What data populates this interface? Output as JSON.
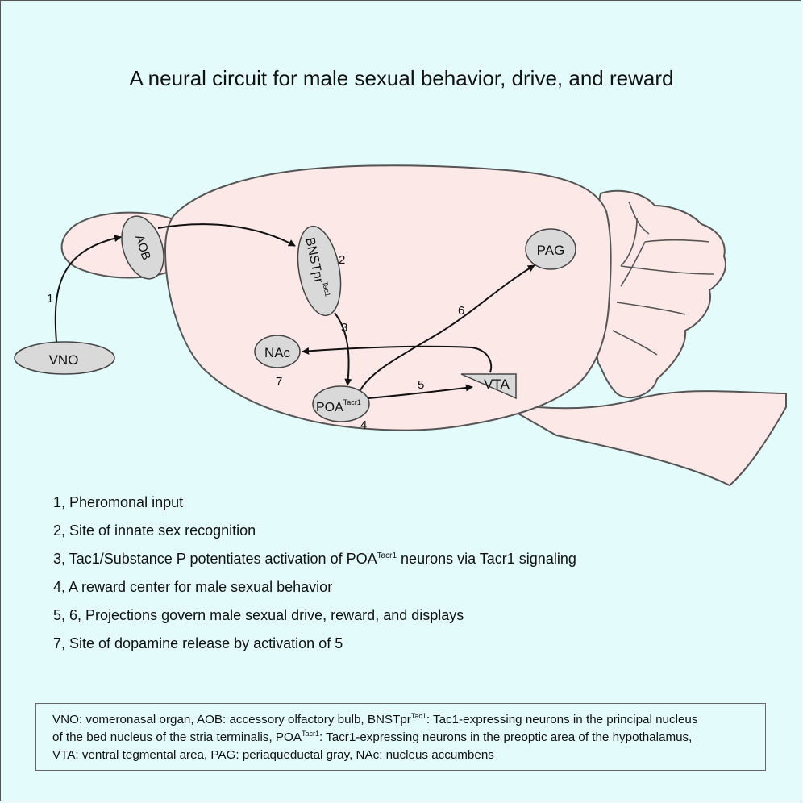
{
  "title": "A neural circuit for male sexual behavior, drive, and reward",
  "nodes": {
    "vno": "VNO",
    "aob": "AOB",
    "bnst": {
      "text": "BNSTpr",
      "sup": "Tac1"
    },
    "nac": "NAc",
    "poa": {
      "text": "POA",
      "sup": "Tacr1"
    },
    "vta": "VTA",
    "pag": "PAG"
  },
  "step_numbers": [
    "1",
    "2",
    "3",
    "4",
    "5",
    "6",
    "7"
  ],
  "legend": [
    {
      "text": "1, Pheromonal input"
    },
    {
      "text": "2, Site of innate sex recognition"
    },
    {
      "pre": "3, Tac1/Substance P potentiates activation of POA",
      "sup": "Tacr1",
      "post": " neurons via Tacr1 signaling"
    },
    {
      "text": "4, A reward center for male sexual behavior"
    },
    {
      "text": "5, 6, Projections govern male sexual drive, reward, and displays"
    },
    {
      "text": "7, Site of dopamine release by activation of 5"
    }
  ],
  "glossary": [
    {
      "pre": "VNO: vomeronasal organ,  AOB: accessory olfactory bulb,  BNSTpr",
      "sup": "Tac1",
      "post": ": Tac1-expressing neurons in the principal nucleus"
    },
    {
      "pre": "of the bed nucleus of the stria terminalis,  POA",
      "sup": "Tacr1",
      "post": ": Tacr1-expressing neurons in the preoptic area of the hypothalamus,"
    },
    {
      "pre": "VTA: ventral tegmental area,  PAG: periaqueductal gray,  NAc: nucleus accumbens",
      "sup": "",
      "post": ""
    }
  ],
  "colors": {
    "background": "#e3fbfb",
    "brain": "#fde8e8",
    "region": "#d9d9d9",
    "outline": "#555555",
    "arrow": "#111111"
  }
}
